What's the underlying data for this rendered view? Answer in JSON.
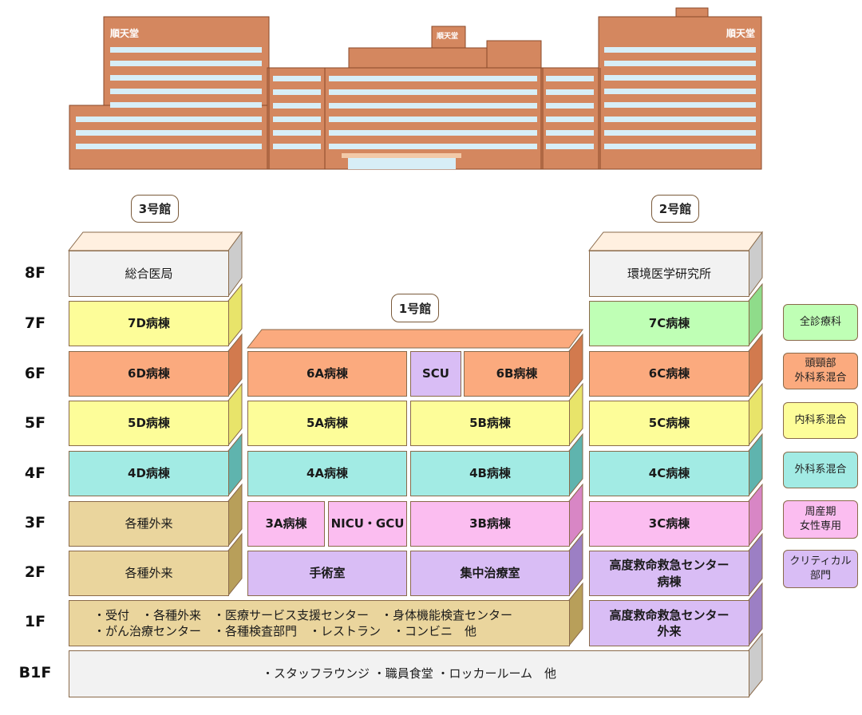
{
  "top_building": {
    "sign_left": "順天堂",
    "sign_center": "順天堂",
    "sign_right": "順天堂"
  },
  "buildings": {
    "building3": "3号館",
    "building1": "1号館",
    "building2": "2号館"
  },
  "floors": [
    "8F",
    "7F",
    "6F",
    "5F",
    "4F",
    "3F",
    "2F",
    "1F",
    "B1F"
  ],
  "building3_units": {
    "f8": "総合医局",
    "f7": "7D病棟",
    "f6": "6D病棟",
    "f5": "5D病棟",
    "f4": "4D病棟",
    "f3": "各種外来",
    "f2": "各種外来"
  },
  "building1_units": {
    "f6_a": "6A病棟",
    "f6_scu": "SCU",
    "f6_b": "6B病棟",
    "f5_a": "5A病棟",
    "f5_b": "5B病棟",
    "f4_a": "4A病棟",
    "f4_b": "4B病棟",
    "f3_a": "3A病棟",
    "f3_nicu": "NICU・GCU",
    "f3_b": "3B病棟",
    "f2_surgery": "手術室",
    "f2_icu": "集中治療室"
  },
  "building2_units": {
    "f8": "環境医学研究所",
    "f7": "7C病棟",
    "f6": "6C病棟",
    "f5": "5C病棟",
    "f4": "4C病棟",
    "f3": "3C病棟",
    "f2_line1": "高度救命救急センター",
    "f2_line2": "病棟",
    "f1_line1": "高度救命救急センター",
    "f1_line2": "外来"
  },
  "floor1": {
    "line1": "・受付　・各種外来　・医療サービス支援センター　・身体機能検査センター",
    "line2": "・がん治療センター　・各種検査部門　・レストラン　・コンビニ　他"
  },
  "floorB1": {
    "text": "・スタッフラウンジ ・職員食堂 ・ロッカールーム　他"
  },
  "legend": [
    {
      "label": "全診療科",
      "color": "#bfffb5"
    },
    {
      "line1": "頭頸部",
      "line2": "外科系混合",
      "color": "#fbaa7e"
    },
    {
      "label": "内科系混合",
      "color": "#fdfd99"
    },
    {
      "label": "外科系混合",
      "color": "#a2ebe4"
    },
    {
      "line1": "周産期",
      "line2": "女性専用",
      "color": "#fbbdf0"
    },
    {
      "line1": "クリティカル",
      "line2": "部門",
      "color": "#d9bdf5"
    }
  ],
  "colors": {
    "general": "#bfffb5",
    "head_neck": "#fbaa7e",
    "internal": "#fdfd99",
    "surgical": "#a2ebe4",
    "perinatal": "#fbbdf0",
    "critical": "#d9bdf5",
    "outpatient": "#ead59d",
    "neutral": "#f2f2f2"
  }
}
